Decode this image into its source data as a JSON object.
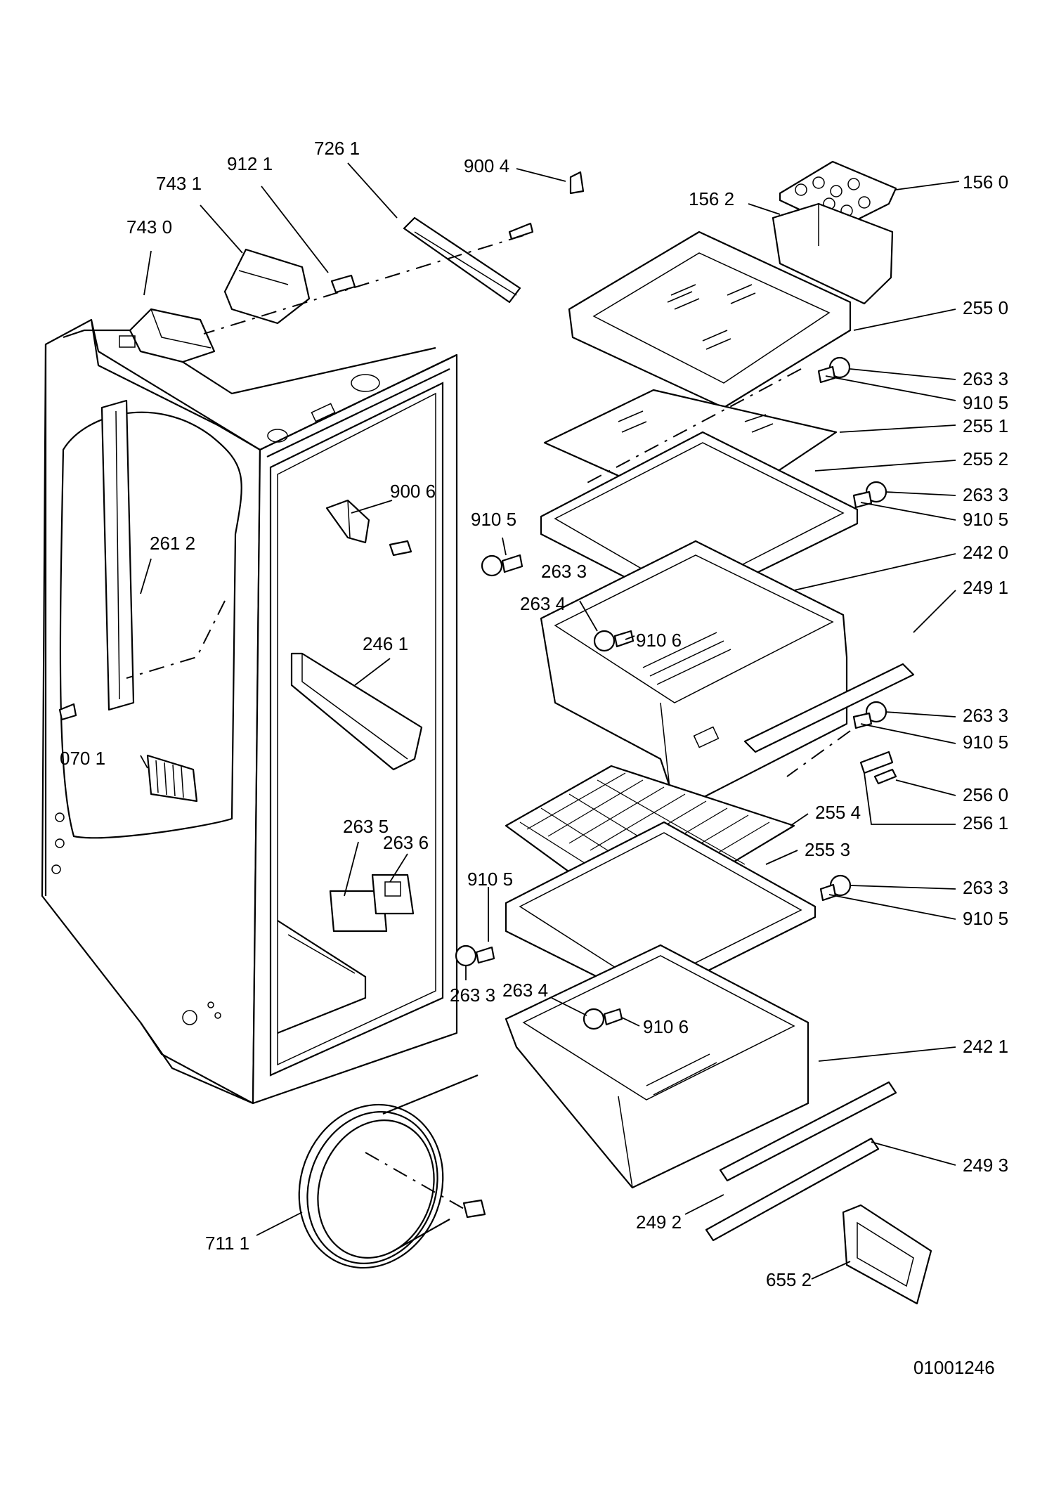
{
  "document_number": "01001246",
  "callouts": {
    "c0701": "070 1",
    "c1560": "156 2",
    "c1560b": "156 0",
    "c2420": "242 0",
    "c2421": "242 1",
    "c2461": "246 1",
    "c2491": "249 1",
    "c2492": "249 2",
    "c2493": "249 3",
    "c2550": "255 0",
    "c2551": "255 1",
    "c2552": "255 2",
    "c2553": "255 3",
    "c2554": "255 4",
    "c2560": "256 0",
    "c2561": "256 1",
    "c2612": "261 2",
    "c2633a": "263 3",
    "c2633b": "263 3",
    "c2633c": "263 3",
    "c2633d": "263 3",
    "c2633e": "263 3",
    "c2633f": "263 3",
    "c2634a": "263 4",
    "c2634b": "263 4",
    "c2635": "263 5",
    "c2636": "263 6",
    "c6552": "655 2",
    "c7111": "711 1",
    "c7261": "726 1",
    "c7430": "743 0",
    "c7431": "743 1",
    "c9004": "900 4",
    "c9006": "900 6",
    "c9105a": "910 5",
    "c9105b": "910 5",
    "c9105c": "910 5",
    "c9105d": "910 5",
    "c9105e": "910 5",
    "c9105f": "910 5",
    "c9106a": "910 6",
    "c9106b": "910 6",
    "c9121": "912 1"
  }
}
